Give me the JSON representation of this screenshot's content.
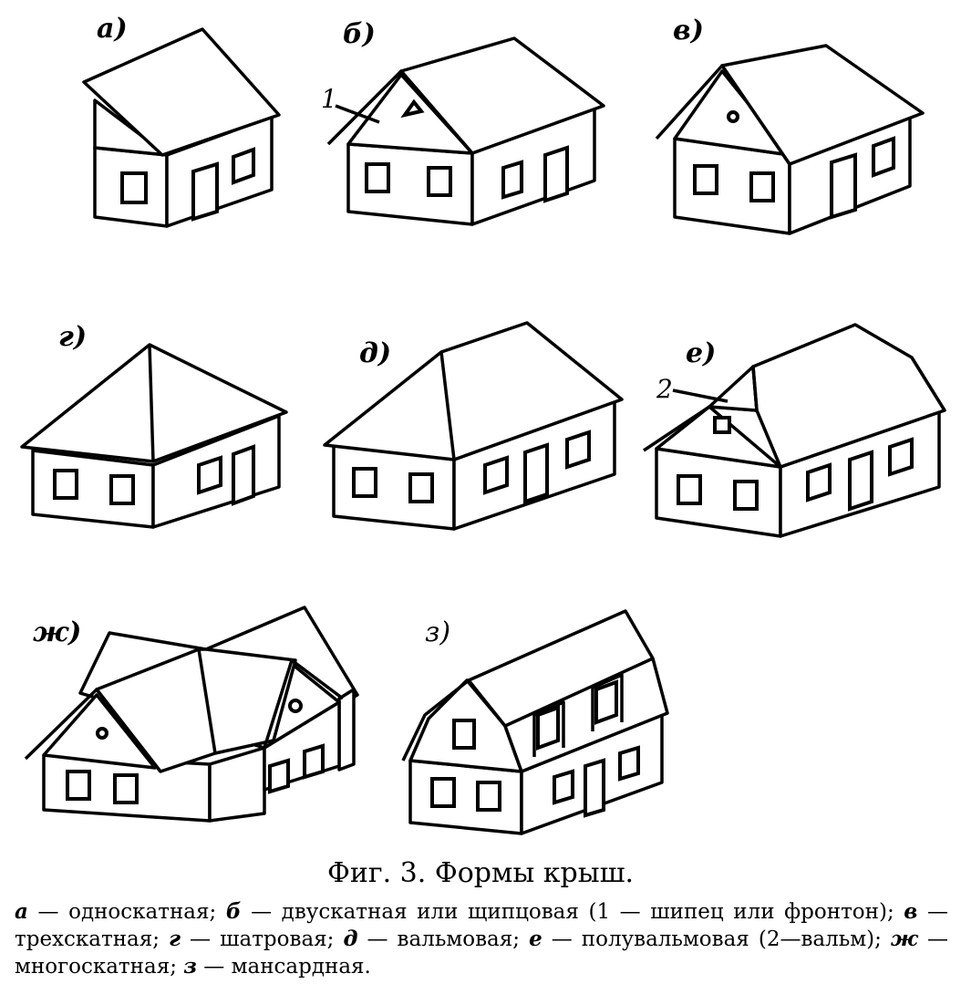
{
  "labels": {
    "a": "а)",
    "b": "б)",
    "v": "в)",
    "g": "г)",
    "d": "д)",
    "e": "е)",
    "zh": "ж)",
    "z": "з)"
  },
  "callouts": {
    "one": "1",
    "two": "2"
  },
  "caption": "Фиг. 3. Формы крыш.",
  "legend": [
    {
      "key": "а",
      "text": " — односкатная; "
    },
    {
      "key": "б",
      "text": " — двускатная или щипцовая (1 — шипец или фронтон); "
    },
    {
      "key": "в",
      "text": " — трехскатная; "
    },
    {
      "key": "г",
      "text": " — шатровая; "
    },
    {
      "key": "д",
      "text": " — вальмовая; "
    },
    {
      "key": "е",
      "text": " — полувальмовая (2—вальм); "
    },
    {
      "key": "ж",
      "text": " — многоскатная; "
    },
    {
      "key": "з",
      "text": " — мансардная."
    }
  ]
}
